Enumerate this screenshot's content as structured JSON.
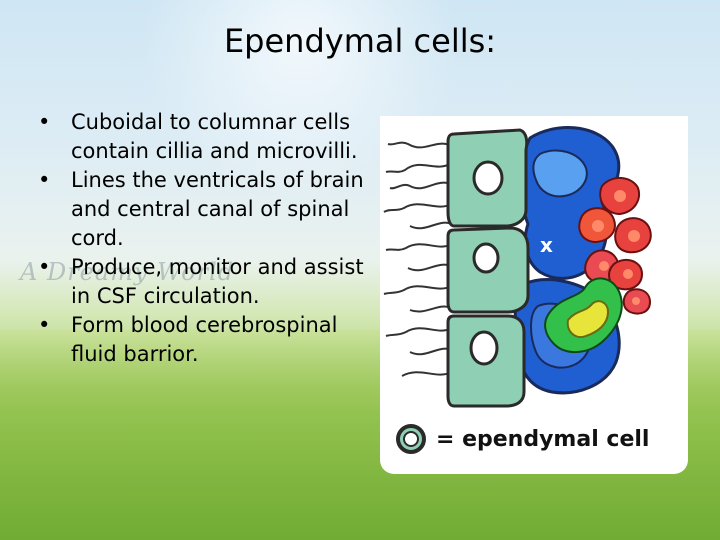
{
  "slide": {
    "title": "Ependymal cells:",
    "watermark": "A Dreamy World",
    "bullet_symbol": "•",
    "bullets": [
      "Cuboidal to columnar cells contain cillia and microvilli.",
      "Lines the ventricals of brain and central canal of spinal cord.",
      "Produce, monitor and assist in CSF circulation.",
      "Form blood cerebrospinal fluid barrior."
    ]
  },
  "figure": {
    "cell_label": "x",
    "legend_label": "= ependymal cell",
    "colors": {
      "ependymal": "#8fcfb3",
      "astrocyte": "#1f5fd1",
      "red_cells": "#e8423f",
      "green_cells": "#33c04a",
      "yellow_cells": "#e8e53a"
    }
  }
}
